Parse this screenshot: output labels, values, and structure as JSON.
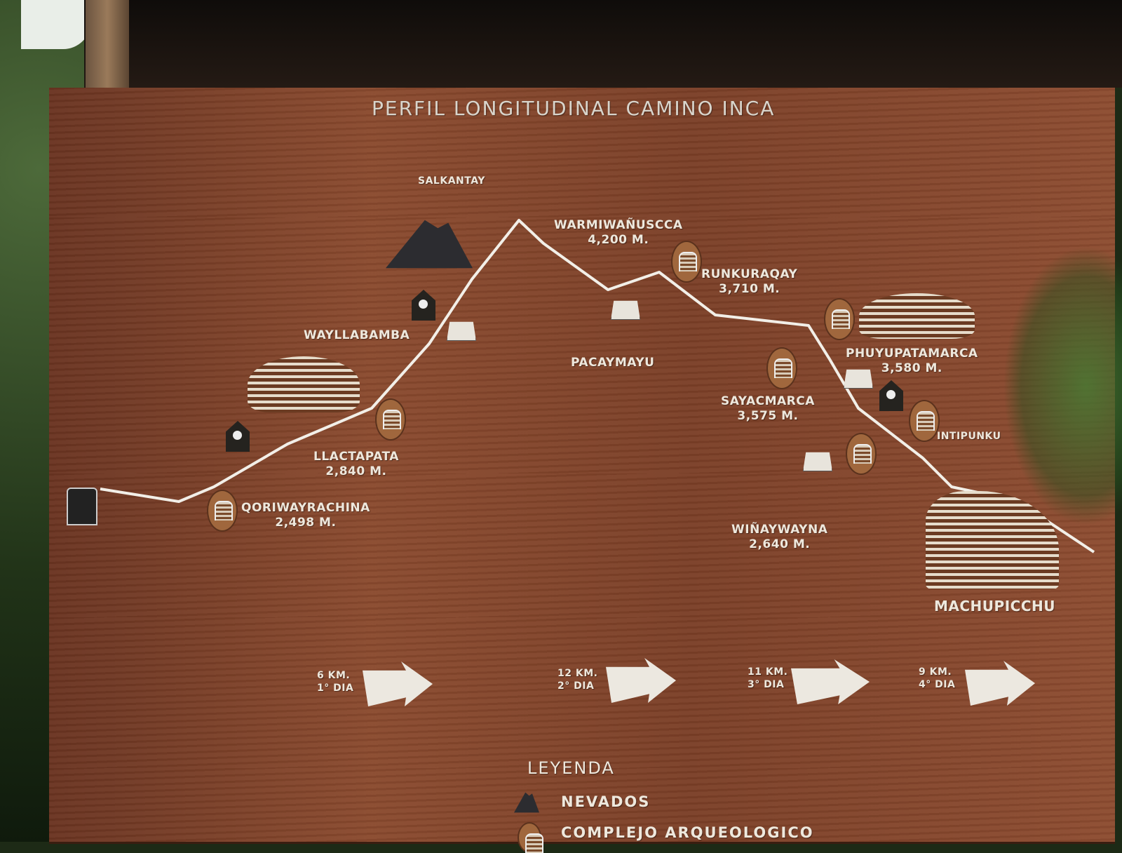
{
  "sign": {
    "title": "PERFIL LONGITUDINAL CAMINO INCA",
    "salkantay": "SALKANTAY",
    "places": {
      "warmiwanuscca": {
        "name": "WARMIWAÑUSCCA",
        "alt": "4,200 M."
      },
      "runkuraqay": {
        "name": "RUNKURAQAY",
        "alt": "3,710 M."
      },
      "wayllabamba": {
        "name": "WAYLLABAMBA"
      },
      "pacaymayu": {
        "name": "PACAYMAYU"
      },
      "phuyupatamarca": {
        "name": "PHUYUPATAMARCA",
        "alt": "3,580 M."
      },
      "sayacmarca": {
        "name": "SAYACMARCA",
        "alt": "3,575 M."
      },
      "intipunku": {
        "name": "INTIPUNKU"
      },
      "llactapata": {
        "name": "LLACTAPATA",
        "alt": "2,840 M."
      },
      "qoriwayrachina": {
        "name": "QORIWAYRACHINA",
        "alt": "2,498 M."
      },
      "winaywayna": {
        "name": "WIÑAYWAYNA",
        "alt": "2,640 M."
      },
      "machupicchu": {
        "name": "MACHUPICCHU"
      }
    },
    "days": [
      {
        "km": "6 KM.",
        "day": "1° DIA"
      },
      {
        "km": "12 KM.",
        "day": "2° DIA"
      },
      {
        "km": "11 KM.",
        "day": "3° DIA"
      },
      {
        "km": "9 KM.",
        "day": "4° DIA"
      }
    ],
    "legend": {
      "heading": "LEYENDA",
      "items": [
        "NEVADOS",
        "COMPLEJO ARQUEOLOGICO"
      ]
    }
  }
}
